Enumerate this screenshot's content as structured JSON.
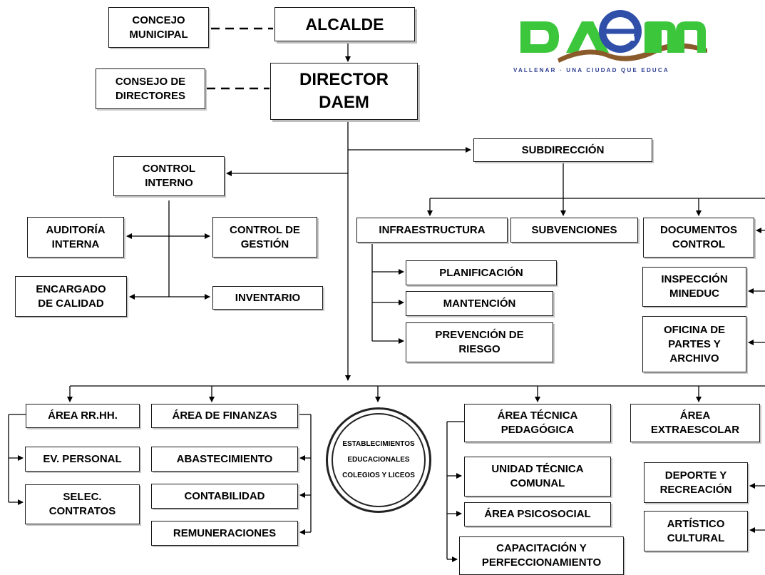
{
  "logo": {
    "text": "DAEM",
    "tagline": "VALLENAR · UNA CIUDAD QUE EDUCA",
    "colors": {
      "green": "#3cc63c",
      "blue": "#2f4fa8",
      "brown": "#8a5a2b"
    }
  },
  "boxes": {
    "concejo": "CONCEJO\nMUNICIPAL",
    "alcalde": "ALCALDE",
    "consejo": "CONSEJO DE\nDIRECTORES",
    "director": "DIRECTOR\nDAEM",
    "subdireccion": "SUBDIRECCIÓN",
    "control_interno": "CONTROL\nINTERNO",
    "auditoria": "AUDITORÍA\nINTERNA",
    "control_gestion": "CONTROL DE\nGESTIÓN",
    "calidad": "ENCARGADO\nDE CALIDAD",
    "inventario": "INVENTARIO",
    "infraestructura": "INFRAESTRUCTURA",
    "subvenciones": "SUBVENCIONES",
    "documentos": "DOCUMENTOS\nCONTROL",
    "planificacion": "PLANIFICACIÓN",
    "mantencion": "MANTENCIÓN",
    "prevencion": "PREVENCIÓN DE\nRIESGO",
    "inspeccion": "INSPECCIÓN\nMINEDUC",
    "oficina": "OFICINA DE\nPARTES Y\nARCHIVO",
    "rrhh": "ÁREA RR.HH.",
    "ev_personal": "EV. PERSONAL",
    "selec": "SELEC.\nCONTRATOS",
    "finanzas": "ÁREA DE FINANZAS",
    "abastecimiento": "ABASTECIMIENTO",
    "contabilidad": "CONTABILIDAD",
    "remuneraciones": "REMUNERACIONES",
    "tecnica": "ÁREA TÉCNICA\nPEDAGÓGICA",
    "utc": "UNIDAD TÉCNICA\nCOMUNAL",
    "psicosocial": "ÁREA PSICOSOCIAL",
    "capacitacion": "CAPACITACIÓN Y\nPERFECCIONAMIENTO",
    "extraescolar": "ÁREA\nEXTRAESCOLAR",
    "deporte": "DEPORTE Y\nRECREACIÓN",
    "artistico": "ARTÍSTICO\nCULTURAL",
    "establecimientos": "ESTABLECIMIENTOS\nEDUCACIONALES\nCOLEGIOS Y LICEOS"
  }
}
